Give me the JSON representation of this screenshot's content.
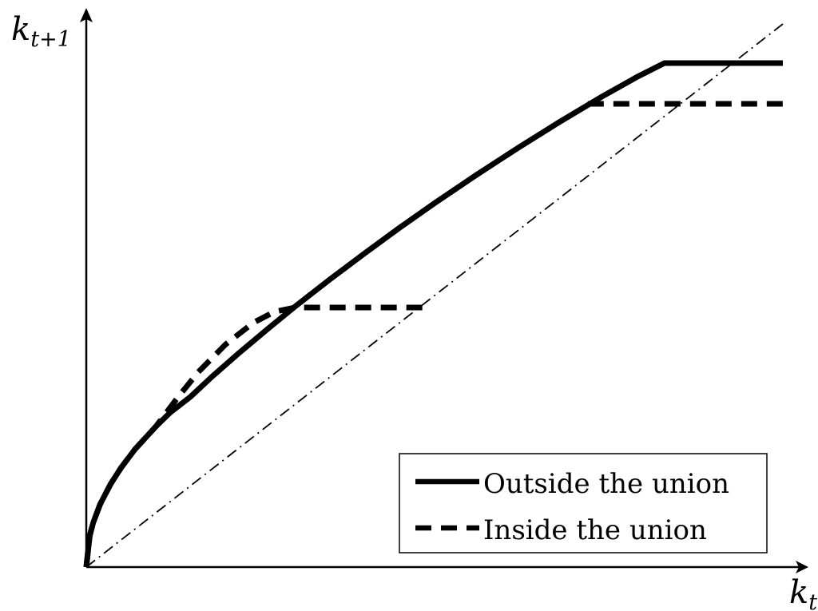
{
  "chart_data": {
    "type": "line",
    "xlabel": "k_t",
    "ylabel": "k_{t+1}",
    "axis_ticks_shown": false,
    "grid": false,
    "legend_placement": "bottom-right",
    "xlim": [
      0,
      1
    ],
    "ylim": [
      0,
      1
    ],
    "series": [
      {
        "name": "Outside the union",
        "style": "solid",
        "color": "#000000",
        "points": [
          [
            0.0,
            0.0
          ],
          [
            0.005,
            0.058
          ],
          [
            0.01,
            0.082
          ],
          [
            0.02,
            0.116
          ],
          [
            0.035,
            0.153
          ],
          [
            0.05,
            0.183
          ],
          [
            0.07,
            0.217
          ],
          [
            0.1,
            0.259
          ],
          [
            0.12,
            0.284
          ],
          [
            0.15,
            0.314
          ],
          [
            0.18,
            0.35
          ],
          [
            0.22,
            0.395
          ],
          [
            0.26,
            0.438
          ],
          [
            0.3,
            0.48
          ],
          [
            0.35,
            0.53
          ],
          [
            0.4,
            0.578
          ],
          [
            0.45,
            0.625
          ],
          [
            0.5,
            0.67
          ],
          [
            0.56,
            0.722
          ],
          [
            0.62,
            0.772
          ],
          [
            0.68,
            0.82
          ],
          [
            0.74,
            0.866
          ],
          [
            0.79,
            0.902
          ],
          [
            0.83,
            0.928
          ],
          [
            0.84,
            0.928
          ],
          [
            0.95,
            0.928
          ],
          [
            1.0,
            0.928
          ]
        ]
      },
      {
        "name": "Inside the union",
        "style": "dashed",
        "color": "#000000",
        "points": [
          [
            0.0,
            0.0
          ],
          [
            0.005,
            0.058
          ],
          [
            0.01,
            0.082
          ],
          [
            0.02,
            0.116
          ],
          [
            0.035,
            0.153
          ],
          [
            0.05,
            0.183
          ],
          [
            0.07,
            0.217
          ],
          [
            0.1,
            0.259
          ],
          [
            0.13,
            0.31
          ],
          [
            0.16,
            0.358
          ],
          [
            0.2,
            0.41
          ],
          [
            0.24,
            0.45
          ],
          [
            0.27,
            0.47
          ],
          [
            0.3,
            0.478
          ],
          [
            0.35,
            0.478
          ],
          [
            0.4,
            0.478
          ],
          [
            0.45,
            0.478
          ],
          [
            0.49,
            0.478
          ]
        ],
        "points_upper": [
          [
            0.72,
            0.853
          ],
          [
            0.8,
            0.853
          ],
          [
            0.9,
            0.853
          ],
          [
            0.95,
            0.853
          ],
          [
            1.0,
            0.853
          ]
        ]
      },
      {
        "name": "",
        "style": "dash-dot",
        "color": "#000000",
        "points": [
          [
            0.0,
            0.0
          ],
          [
            1.0,
            1.0
          ]
        ]
      }
    ]
  }
}
